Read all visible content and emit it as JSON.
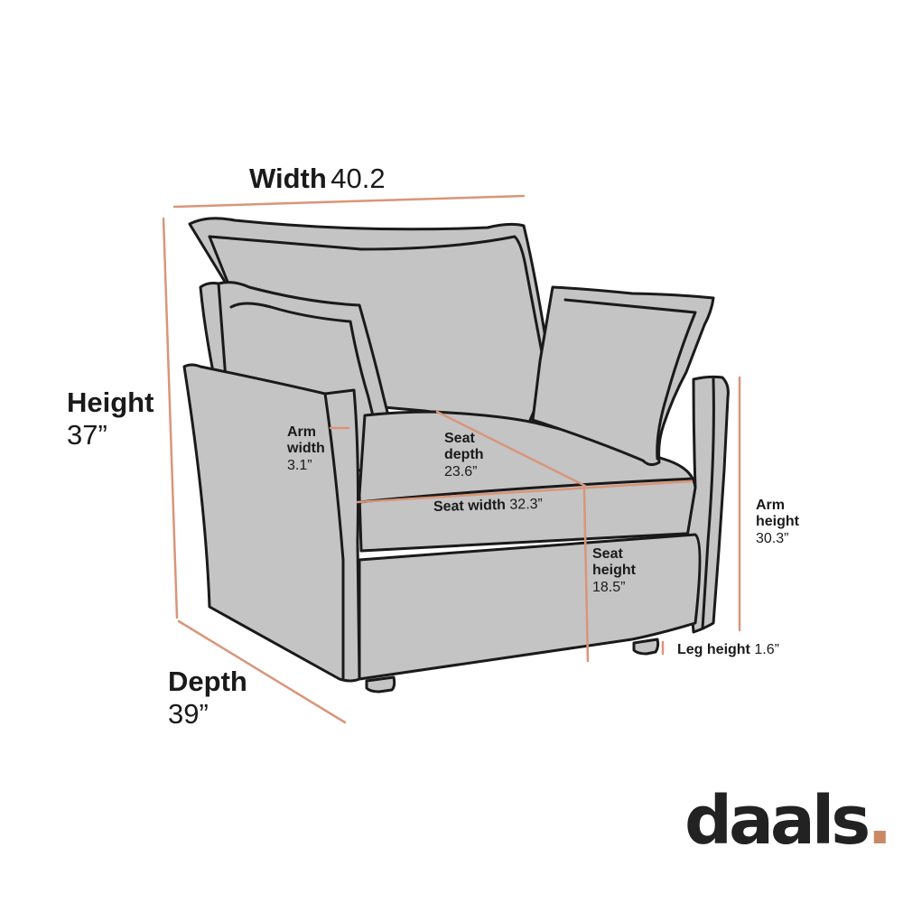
{
  "diagram": {
    "subject": "armchair",
    "colors": {
      "background": "#ffffff",
      "upholstery_fill": "#c4c4c4",
      "outline": "#1a1a1a",
      "dimension_line": "#d9957a",
      "text": "#1a1a1a",
      "brand_dot": "#c98a63"
    },
    "dimensions": {
      "width": {
        "label": "Width",
        "value": "40.2"
      },
      "height": {
        "label": "Height",
        "value": "37”"
      },
      "depth": {
        "label": "Depth",
        "value": "39”"
      },
      "arm_width": {
        "label_line1": "Arm",
        "label_line2": "width",
        "value": "3.1”"
      },
      "seat_depth": {
        "label_line1": "Seat",
        "label_line2": "depth",
        "value": "23.6”"
      },
      "seat_width": {
        "label": "Seat width",
        "value": "32.3”"
      },
      "seat_height": {
        "label_line1": "Seat",
        "label_line2": "height",
        "value": "18.5”"
      },
      "arm_height": {
        "label_line1": "Arm",
        "label_line2": "height",
        "value": "30.3”"
      },
      "leg_height": {
        "label": "Leg height",
        "value": "1.6”"
      }
    }
  },
  "brand": {
    "logo_text": "daals",
    "logo_dot": "."
  }
}
